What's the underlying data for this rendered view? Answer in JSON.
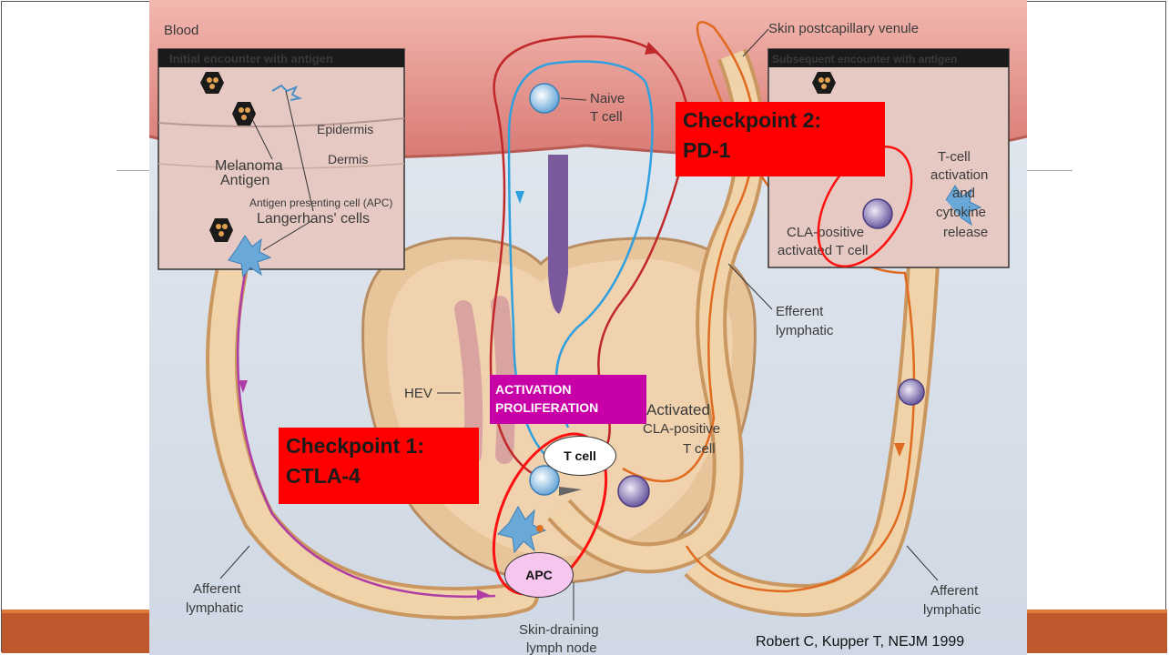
{
  "figure": {
    "blood_label": "Blood",
    "venule_label": "Skin postcapillary venule",
    "left_inset_title": "Initial encounter with antigen",
    "right_inset_title": "Subsequent encounter with antigen",
    "epidermis": "Epidermis",
    "dermis": "Dermis",
    "melanoma": "Melanoma",
    "antigen": "Antigen",
    "apc_full": "Antigen presenting cell (APC)",
    "langerhans": "Langerhans' cells",
    "naive_1": "Naive",
    "naive_2": "T cell",
    "tcell_act_1": "T-cell",
    "tcell_act_2": "activation",
    "tcell_act_3": "and",
    "tcell_act_4": "cytokine",
    "tcell_act_5": "release",
    "cla_pos_1": "CLA-positive",
    "cla_pos_2": "activated T cell",
    "efferent_1": "Efferent",
    "efferent_2": "lymphatic",
    "hev": "HEV",
    "activated_1": "Activated",
    "activated_2": "CLA-positive",
    "activated_3": "T cell",
    "afferent_l_1": "Afferent",
    "afferent_l_2": "lymphatic",
    "afferent_r_1": "Afferent",
    "afferent_r_2": "lymphatic",
    "node_1": "Skin-draining",
    "node_2": "lymph node"
  },
  "overlays": {
    "checkpoint1_line1": "Checkpoint 1:",
    "checkpoint1_line2": "CTLA-4",
    "checkpoint2_line1": "Checkpoint 2:",
    "checkpoint2_line2": "PD-1",
    "activation_line1": "ACTIVATION",
    "activation_line2": "PROLIFERATION",
    "tcell_oval": "T cell",
    "apc_oval": "APC"
  },
  "citation": "Robert C, Kupper T, NEJM 1999",
  "colors": {
    "checkpoint": "#ff0000",
    "activation": "#c800a8",
    "apc_oval": "#f6c6ee",
    "accent_bar": "#c0582e"
  }
}
